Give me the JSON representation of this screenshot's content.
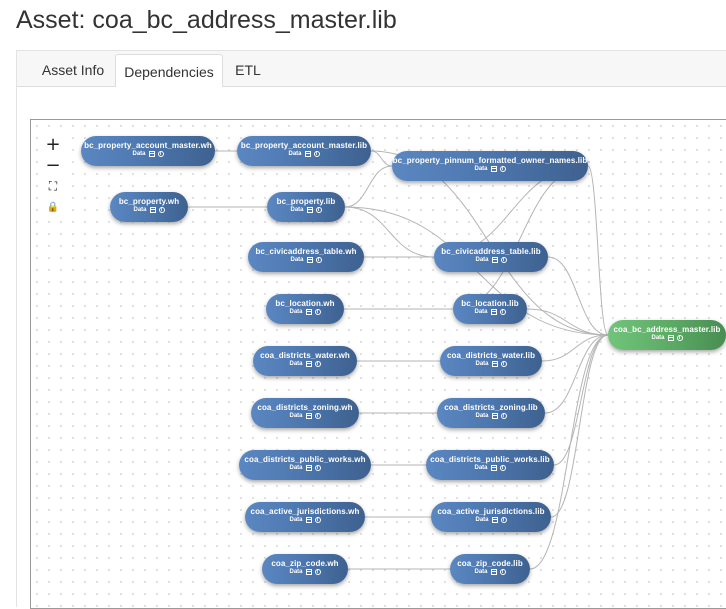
{
  "page": {
    "title": "Asset: coa_bc_address_master.lib"
  },
  "tabs": [
    {
      "label": "Asset Info",
      "active": false
    },
    {
      "label": "Dependencies",
      "active": true
    },
    {
      "label": "ETL",
      "active": false
    }
  ],
  "zoom_controls": {
    "zoom_in": "+",
    "zoom_out": "−",
    "fit": "⛶",
    "lock": "🔒"
  },
  "colors": {
    "source_node": "#4c76ad",
    "target_node": "#5aaa64",
    "edge": "#b5b5b5"
  },
  "graph": {
    "nodes": [
      {
        "id": "n1",
        "label": "bc_property_account_master.wh",
        "type": "Data"
      },
      {
        "id": "n2",
        "label": "bc_property_account_master.lib",
        "type": "Data"
      },
      {
        "id": "n3",
        "label": "bc_property_pinnum_formatted_owner_names.lib",
        "type": "Data"
      },
      {
        "id": "n4",
        "label": "bc_property.wh",
        "type": "Data"
      },
      {
        "id": "n5",
        "label": "bc_property.lib",
        "type": "Data"
      },
      {
        "id": "n6",
        "label": "bc_civicaddress_table.wh",
        "type": "Data"
      },
      {
        "id": "n7",
        "label": "bc_civicaddress_table.lib",
        "type": "Data"
      },
      {
        "id": "n8",
        "label": "bc_location.wh",
        "type": "Data"
      },
      {
        "id": "n9",
        "label": "bc_location.lib",
        "type": "Data"
      },
      {
        "id": "n10",
        "label": "coa_districts_water.wh",
        "type": "Data"
      },
      {
        "id": "n11",
        "label": "coa_districts_water.lib",
        "type": "Data"
      },
      {
        "id": "n12",
        "label": "coa_districts_zoning.wh",
        "type": "Data"
      },
      {
        "id": "n13",
        "label": "coa_districts_zoning.lib",
        "type": "Data"
      },
      {
        "id": "n14",
        "label": "coa_districts_public_works.wh",
        "type": "Data"
      },
      {
        "id": "n15",
        "label": "coa_districts_public_works.lib",
        "type": "Data"
      },
      {
        "id": "n16",
        "label": "coa_active_jurisdictions.wh",
        "type": "Data"
      },
      {
        "id": "n17",
        "label": "coa_active_jurisdictions.lib",
        "type": "Data"
      },
      {
        "id": "n18",
        "label": "coa_zip_code.wh",
        "type": "Data"
      },
      {
        "id": "n19",
        "label": "coa_zip_code.lib",
        "type": "Data"
      },
      {
        "id": "n20",
        "label": "coa_bc_address_master.lib",
        "type": "Data",
        "target": true
      }
    ],
    "edges": [
      [
        "n1",
        "n2"
      ],
      [
        "n2",
        "n3"
      ],
      [
        "n2",
        "n20"
      ],
      [
        "n4",
        "n5"
      ],
      [
        "n5",
        "n3"
      ],
      [
        "n5",
        "n20"
      ],
      [
        "n5",
        "n7"
      ],
      [
        "n3",
        "n20"
      ],
      [
        "n3",
        "n9"
      ],
      [
        "n3",
        "n7"
      ],
      [
        "n6",
        "n7"
      ],
      [
        "n7",
        "n20"
      ],
      [
        "n8",
        "n9"
      ],
      [
        "n9",
        "n20"
      ],
      [
        "n10",
        "n11"
      ],
      [
        "n11",
        "n20"
      ],
      [
        "n12",
        "n13"
      ],
      [
        "n13",
        "n20"
      ],
      [
        "n14",
        "n15"
      ],
      [
        "n15",
        "n20"
      ],
      [
        "n16",
        "n17"
      ],
      [
        "n17",
        "n20"
      ],
      [
        "n18",
        "n19"
      ],
      [
        "n19",
        "n20"
      ]
    ]
  }
}
